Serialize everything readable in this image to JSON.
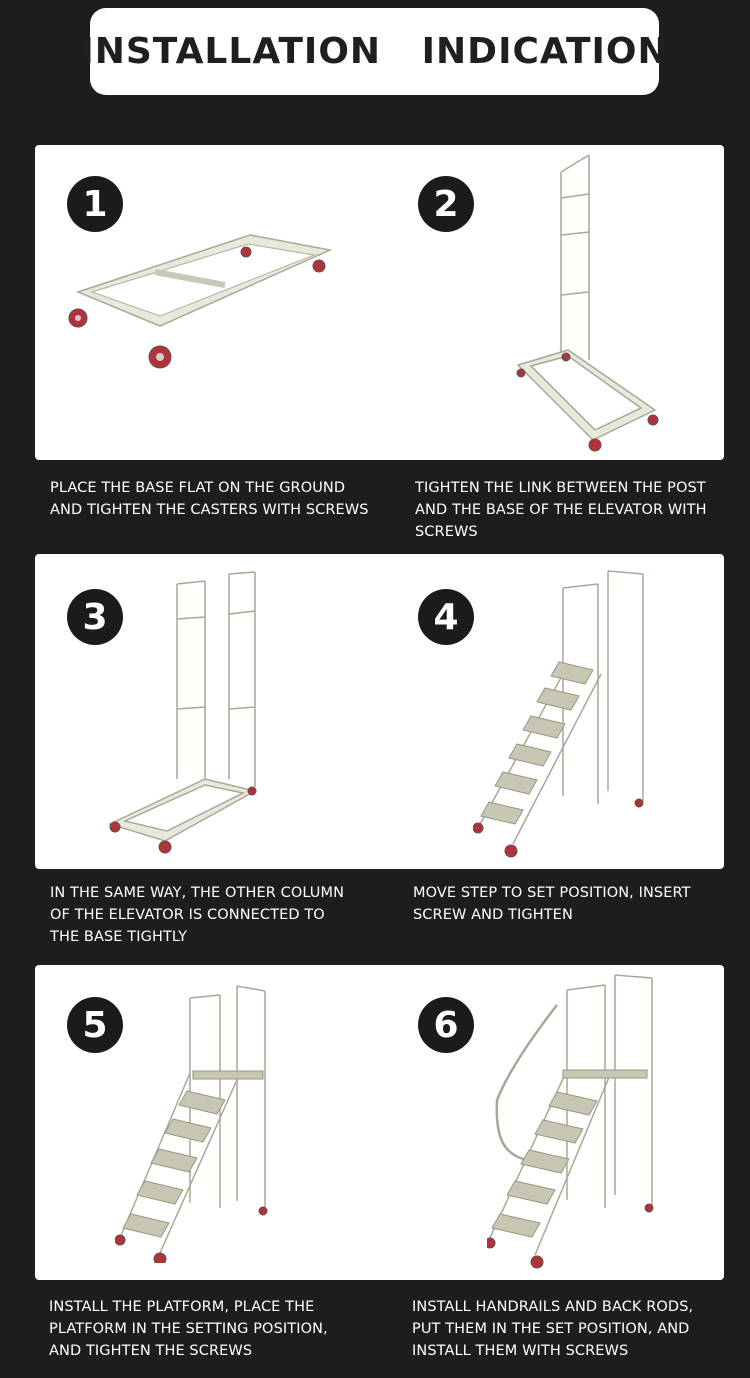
{
  "title": "INSTALLATION   INDICATION",
  "steps": [
    {
      "number": "1",
      "caption": "PLACE THE BASE FLAT ON THE GROUND AND TIGHTEN THE CASTERS WITH SCREWS"
    },
    {
      "number": "2",
      "caption": "TIGHTEN THE LINK BETWEEN THE POST AND THE BASE OF THE ELEVATOR WITH SCREWS"
    },
    {
      "number": "3",
      "caption": "IN THE SAME WAY, THE OTHER COLUMN OF THE ELEVATOR IS CONNECTED TO THE BASE TIGHTLY"
    },
    {
      "number": "4",
      "caption": "MOVE STEP TO SET POSITION, INSERT SCREW AND TIGHTEN"
    },
    {
      "number": "5",
      "caption": "INSTALL THE PLATFORM, PLACE THE PLATFORM IN THE SETTING POSITION, AND TIGHTEN THE SCREWS"
    },
    {
      "number": "6",
      "caption": "INSTALL HANDRAILS AND BACK RODS, PUT THEM IN THE SET POSITION, AND INSTALL THEM WITH SCREWS"
    }
  ],
  "colors": {
    "background": "#1d1d20",
    "panel": "#ffffff",
    "badge": "#1b1b1b",
    "frame": "#e9e8dc",
    "frame_edge": "#a9a796",
    "wheel": "#b3323a"
  }
}
